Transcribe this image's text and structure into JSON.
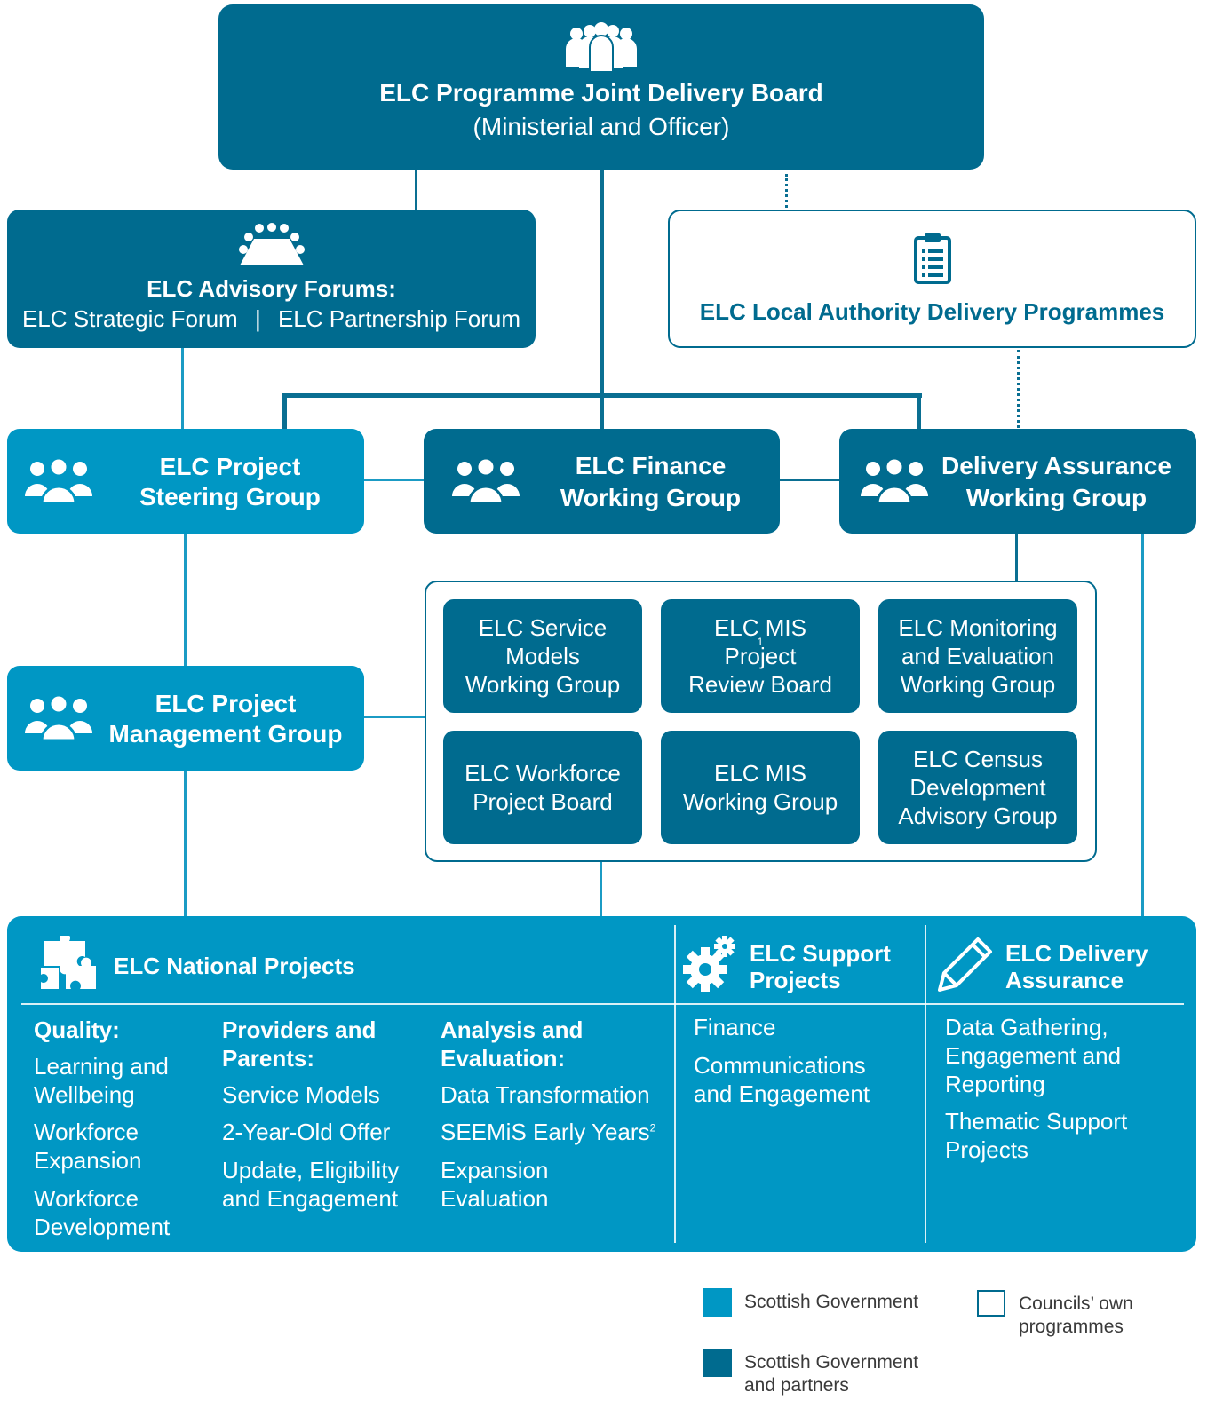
{
  "colors": {
    "dark": "#006b8f",
    "light": "#0097c4",
    "line": "#0a6f92"
  },
  "joint_board": {
    "title": "ELC Programme Joint Delivery Board",
    "subtitle": "(Ministerial and Officer)",
    "icon": "group-meeting-icon"
  },
  "advisory": {
    "title": "ELC Advisory Forums:",
    "line1": "ELC Strategic Forum",
    "sep": "|",
    "line2": "ELC Partnership Forum",
    "icon": "conference-table-icon"
  },
  "local_authority": {
    "title": "ELC Local Authority Delivery Programmes",
    "icon": "clipboard-icon"
  },
  "steering": {
    "line1": "ELC Project",
    "line2": "Steering Group",
    "icon": "people-icon"
  },
  "finance": {
    "line1": "ELC Finance",
    "line2": "Working Group",
    "icon": "people-icon"
  },
  "assurance": {
    "line1": "Delivery Assurance",
    "line2": "Working Group",
    "icon": "people-icon"
  },
  "management": {
    "line1": "ELC Project",
    "line2": "Management Group",
    "icon": "people-icon"
  },
  "groups": {
    "service_models": [
      "ELC Service",
      "Models",
      "Working Group"
    ],
    "mis_review": [
      "ELC MIS",
      "Project",
      "Review Board"
    ],
    "mis_review_sup": "1",
    "monitoring": [
      "ELC Monitoring",
      "and Evaluation",
      "Working Group"
    ],
    "workforce": [
      "ELC Workforce",
      "Project Board"
    ],
    "mis_working": [
      "ELC MIS",
      "Working Group"
    ],
    "census": [
      "ELC Census",
      "Development",
      "Advisory Group"
    ]
  },
  "national": {
    "title": "ELC National Projects",
    "icon": "puzzle-icon",
    "quality": {
      "head": "Quality:",
      "items": [
        "Learning and",
        "Wellbeing",
        "Workforce",
        "Expansion",
        "Workforce",
        "Development"
      ]
    },
    "providers": {
      "head1": "Providers and",
      "head2": "Parents:",
      "items": [
        "Service Models",
        "2-Year-Old Offer",
        "Update, Eligibility",
        "and Engagement"
      ]
    },
    "analysis": {
      "head1": "Analysis and",
      "head2": "Evaluation:",
      "items": [
        "Data Transformation",
        "SEEMiS Early Years",
        "Expansion",
        "Evaluation"
      ],
      "sup": "2"
    }
  },
  "support": {
    "title1": "ELC Support",
    "title2": "Projects",
    "icon": "gears-icon",
    "items": [
      "Finance",
      "Communications",
      "and Engagement"
    ]
  },
  "delivery": {
    "title1": "ELC Delivery",
    "title2": "Assurance",
    "icon": "pencil-icon",
    "items": [
      "Data Gathering,",
      "Engagement and",
      "Reporting",
      "Thematic Support",
      "Projects"
    ]
  },
  "legend": {
    "sg": "Scottish Government",
    "sgp1": "Scottish Government",
    "sgp2": "and partners",
    "own1": "Councils’ own",
    "own2": "programmes"
  }
}
